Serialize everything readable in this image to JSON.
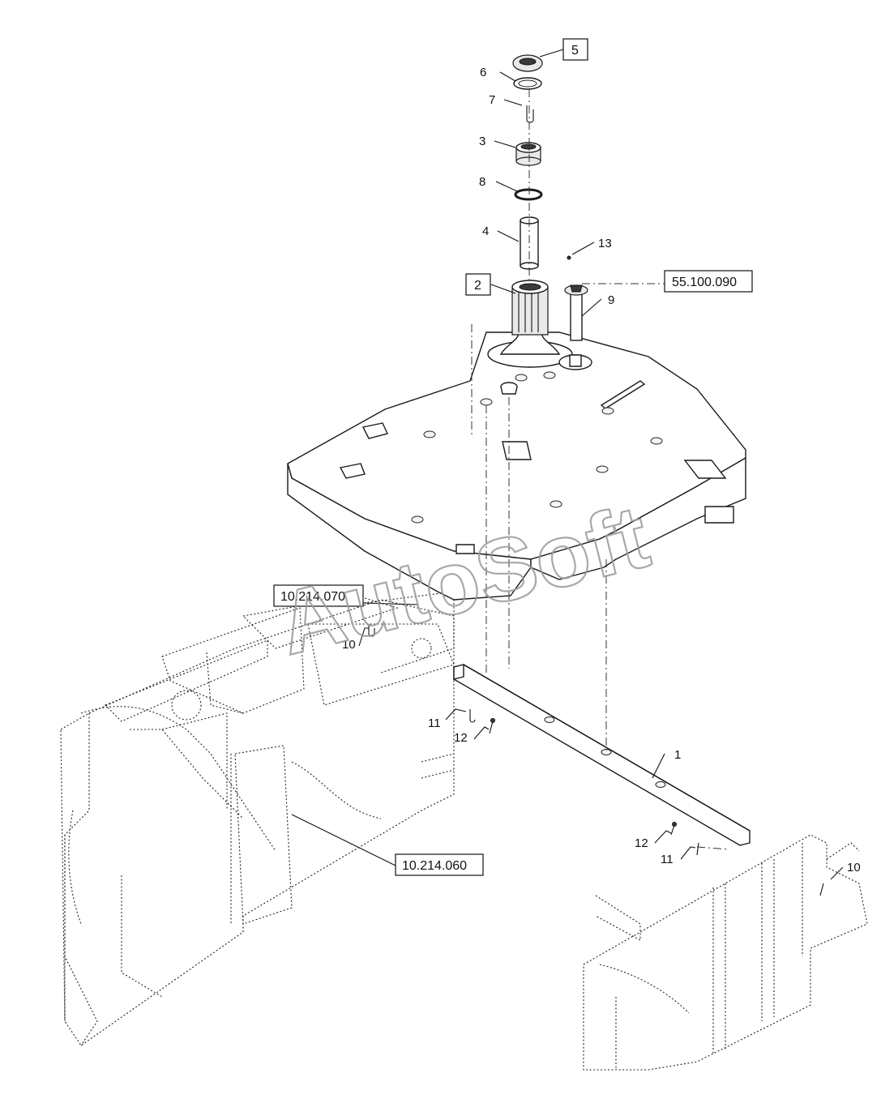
{
  "watermark": "AutoSoft",
  "callouts": {
    "c1": "1",
    "c2": "2",
    "c3": "3",
    "c4": "4",
    "c5": "5",
    "c6": "6",
    "c7": "7",
    "c8": "8",
    "c9": "9",
    "c10a": "10",
    "c10b": "10",
    "c11a": "11",
    "c11b": "11",
    "c12a": "12",
    "c12b": "12",
    "c13": "13"
  },
  "references": {
    "ref_55_100_090": "55.100.090",
    "ref_10_214_070": "10.214.070",
    "ref_10_214_060": "10.214.060"
  }
}
